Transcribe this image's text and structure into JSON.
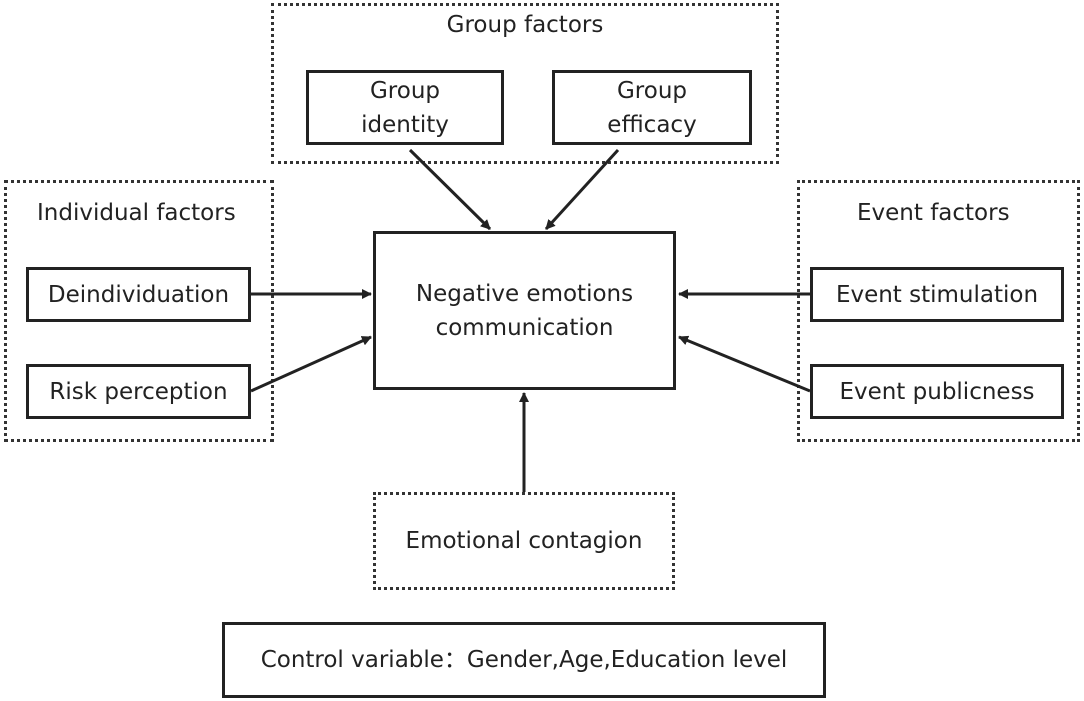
{
  "groups": {
    "group": {
      "title": "Group factors"
    },
    "individual": {
      "title": "Individual factors"
    },
    "event": {
      "title": "Event factors"
    }
  },
  "nodes": {
    "group_identity": [
      "Group",
      "identity"
    ],
    "group_efficacy": [
      "Group",
      "efficacy"
    ],
    "deindividuation": "Deindividuation",
    "risk_perception": "Risk perception",
    "negative_emotions": [
      "Negative emotions",
      "communication"
    ],
    "event_stimulation": "Event stimulation",
    "event_publicness": "Event publicness",
    "emotional_contagion": "Emotional contagion",
    "control_variable": "Control variable：Gender,Age,Education level"
  },
  "colors": {
    "line": "#222222",
    "dotted_border": "#333333",
    "background": "#ffffff"
  }
}
